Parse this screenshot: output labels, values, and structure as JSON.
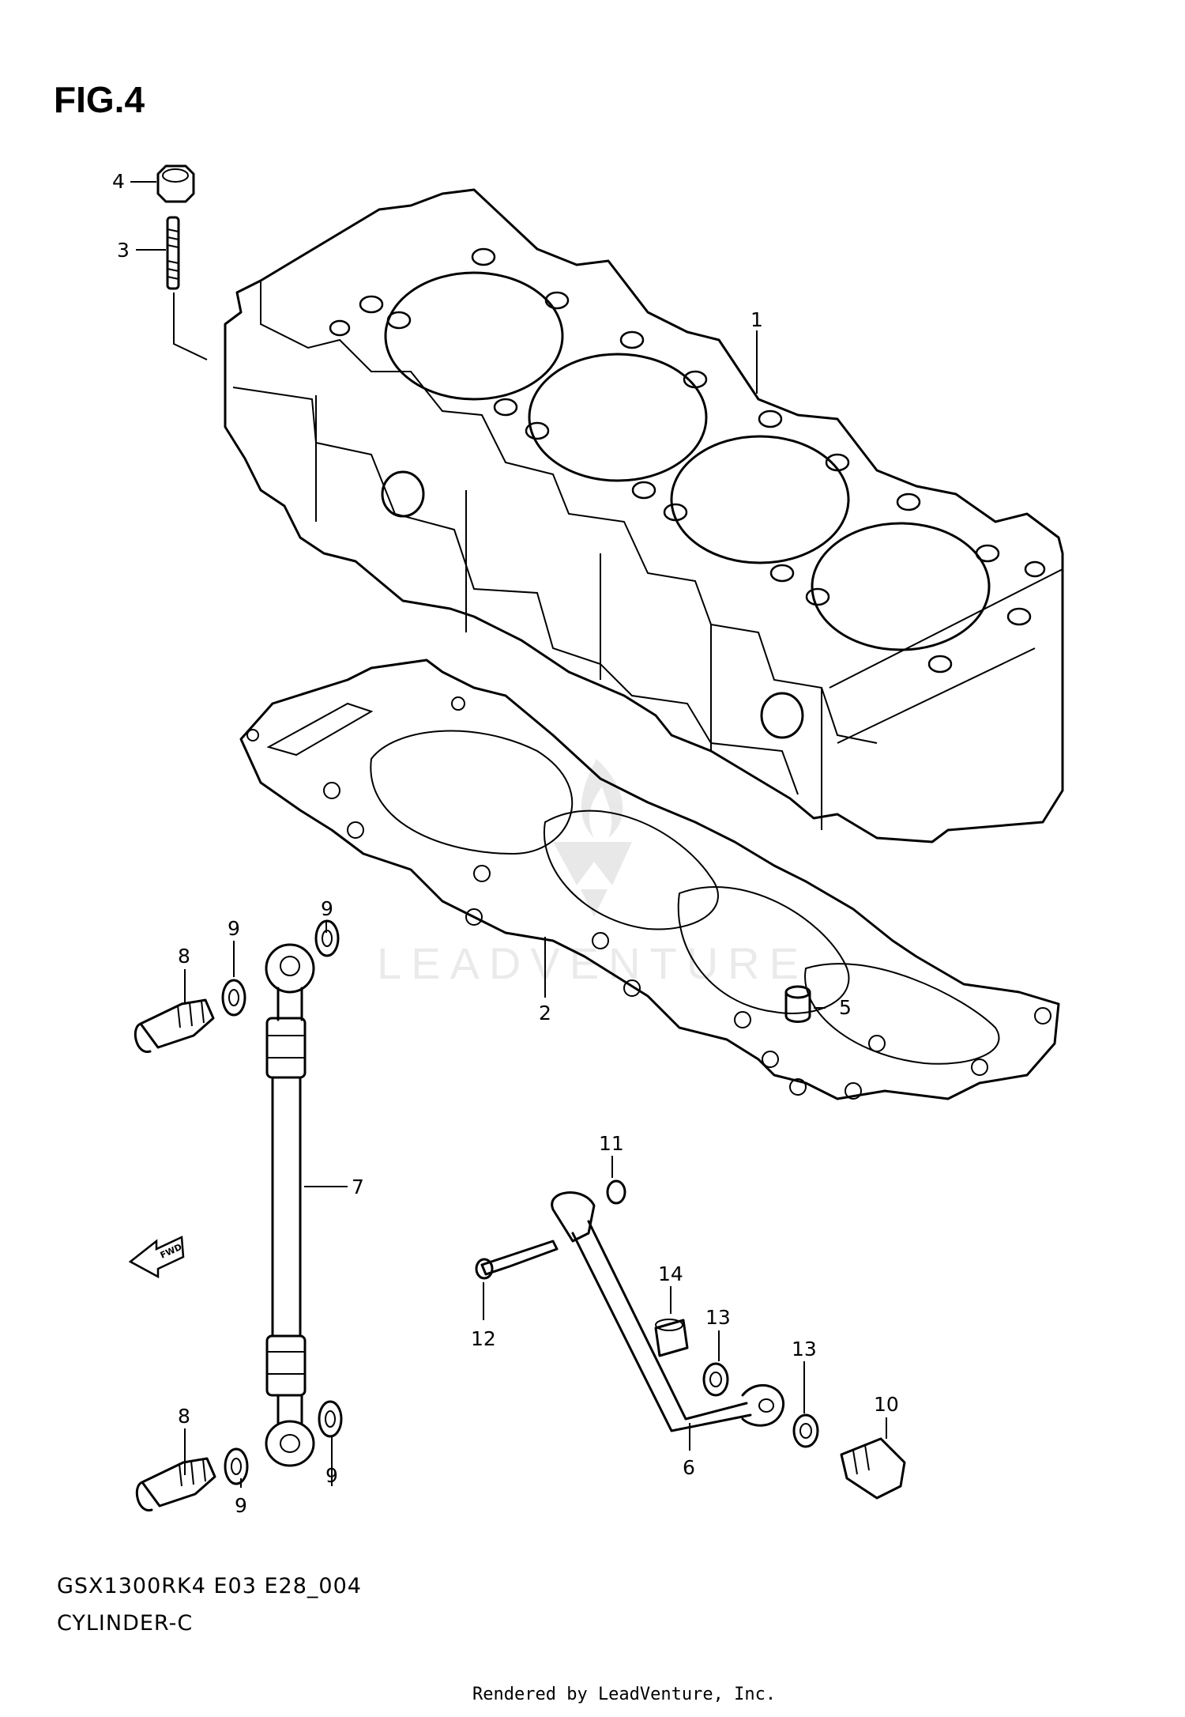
{
  "figure": {
    "title": "FIG.4",
    "model_code": "GSX1300RK4 E03 E28_004",
    "section_name": "CYLINDER-C",
    "credit": "Rendered by LeadVenture, Inc."
  },
  "watermark": {
    "brand": "LEADVENTURE"
  },
  "direction_marker": {
    "label": "FWD"
  },
  "callouts": {
    "c1": "1",
    "c2": "2",
    "c3": "3",
    "c4": "4",
    "c5": "5",
    "c6": "6",
    "c7": "7",
    "c8a": "8",
    "c8b": "8",
    "c9a": "9",
    "c9b": "9",
    "c9c": "9",
    "c9d": "9",
    "c10": "10",
    "c11": "11",
    "c12": "12",
    "c13a": "13",
    "c13b": "13",
    "c14": "14"
  }
}
